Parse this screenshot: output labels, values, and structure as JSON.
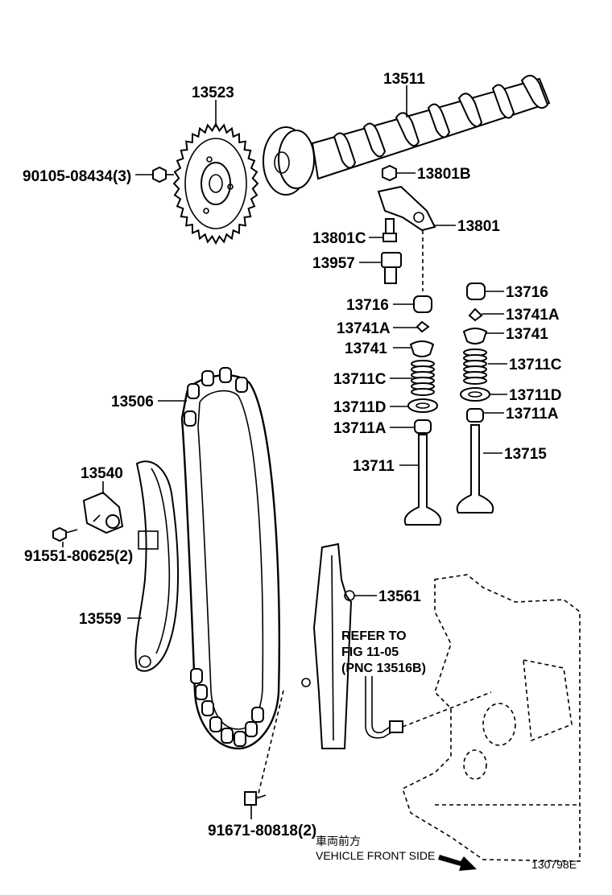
{
  "labels": {
    "p13523": "13523",
    "p13511": "13511",
    "p90105": "90105-08434(3)",
    "p13801B": "13801B",
    "p13801": "13801",
    "p13801C": "13801C",
    "p13957": "13957",
    "p13716_l": "13716",
    "p13741A_l": "13741A",
    "p13741_l": "13741",
    "p13711C_l": "13711C",
    "p13711D_l": "13711D",
    "p13711A_l": "13711A",
    "p13711": "13711",
    "p13716_r": "13716",
    "p13741A_r": "13741A",
    "p13741_r": "13741",
    "p13711C_r": "13711C",
    "p13711D_r": "13711D",
    "p13711A_r": "13711A",
    "p13715": "13715",
    "p13506": "13506",
    "p13540": "13540",
    "p91551": "91551-80625(2)",
    "p13559": "13559",
    "p13561": "13561",
    "p91671": "91671-80818(2)"
  },
  "refer": {
    "line1": "REFER TO",
    "line2": "FIG 11-05",
    "line3": "(PNC 13516B)"
  },
  "direction": {
    "japanese": "車両前方",
    "english": "VEHICLE FRONT SIDE"
  },
  "figure_id": "130798E"
}
